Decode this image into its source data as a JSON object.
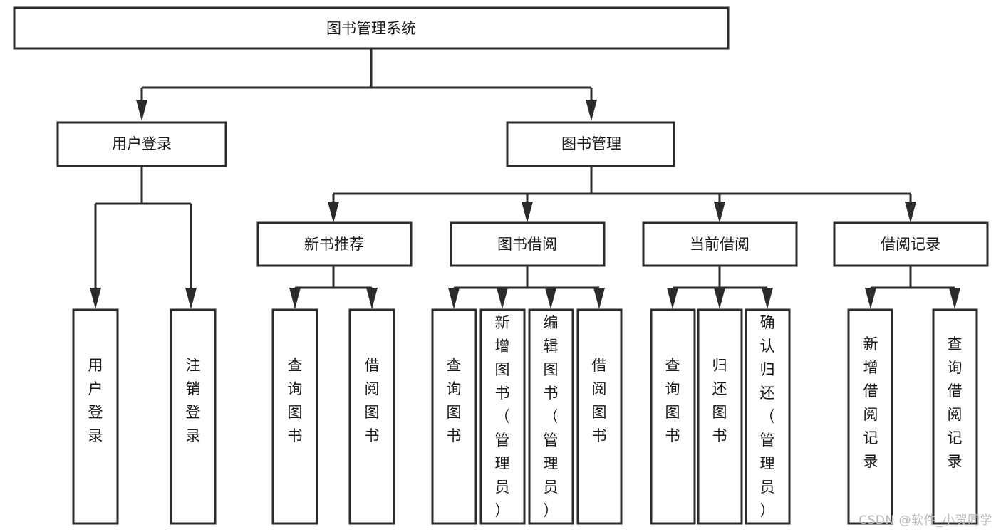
{
  "diagram": {
    "title": "图书管理系统",
    "type": "tree-hierarchy",
    "orientation": "top-down",
    "root": {
      "label": "图书管理系统"
    },
    "level2": [
      {
        "label": "用户登录"
      },
      {
        "label": "图书管理"
      }
    ],
    "level3": [
      {
        "label": "新书推荐",
        "parent": "图书管理"
      },
      {
        "label": "图书借阅",
        "parent": "图书管理"
      },
      {
        "label": "当前借阅",
        "parent": "图书管理"
      },
      {
        "label": "借阅记录",
        "parent": "图书管理"
      }
    ],
    "leaves": [
      {
        "label": "用户登录",
        "parent": "用户登录"
      },
      {
        "label": "注销登录",
        "parent": "用户登录"
      },
      {
        "label": "查询图书",
        "parent": "新书推荐"
      },
      {
        "label": "借阅图书",
        "parent": "新书推荐"
      },
      {
        "label": "查询图书",
        "parent": "图书借阅"
      },
      {
        "label": "新增图书（管理员）",
        "parent": "图书借阅"
      },
      {
        "label": "编辑图书（管理员）",
        "parent": "图书借阅"
      },
      {
        "label": "借阅图书",
        "parent": "图书借阅"
      },
      {
        "label": "查询图书",
        "parent": "当前借阅"
      },
      {
        "label": "归还图书",
        "parent": "当前借阅"
      },
      {
        "label": "确认归还（管理员）",
        "parent": "当前借阅"
      },
      {
        "label": "新增借阅记录",
        "parent": "借阅记录"
      },
      {
        "label": "查询借阅记录",
        "parent": "借阅记录"
      }
    ]
  },
  "watermark": {
    "text": "CSDN @软件_小贺同学"
  },
  "colors": {
    "stroke": "#2b2b2b",
    "fill": "#ffffff",
    "text": "#1a1a1a",
    "watermark": "#b9b9b9"
  }
}
